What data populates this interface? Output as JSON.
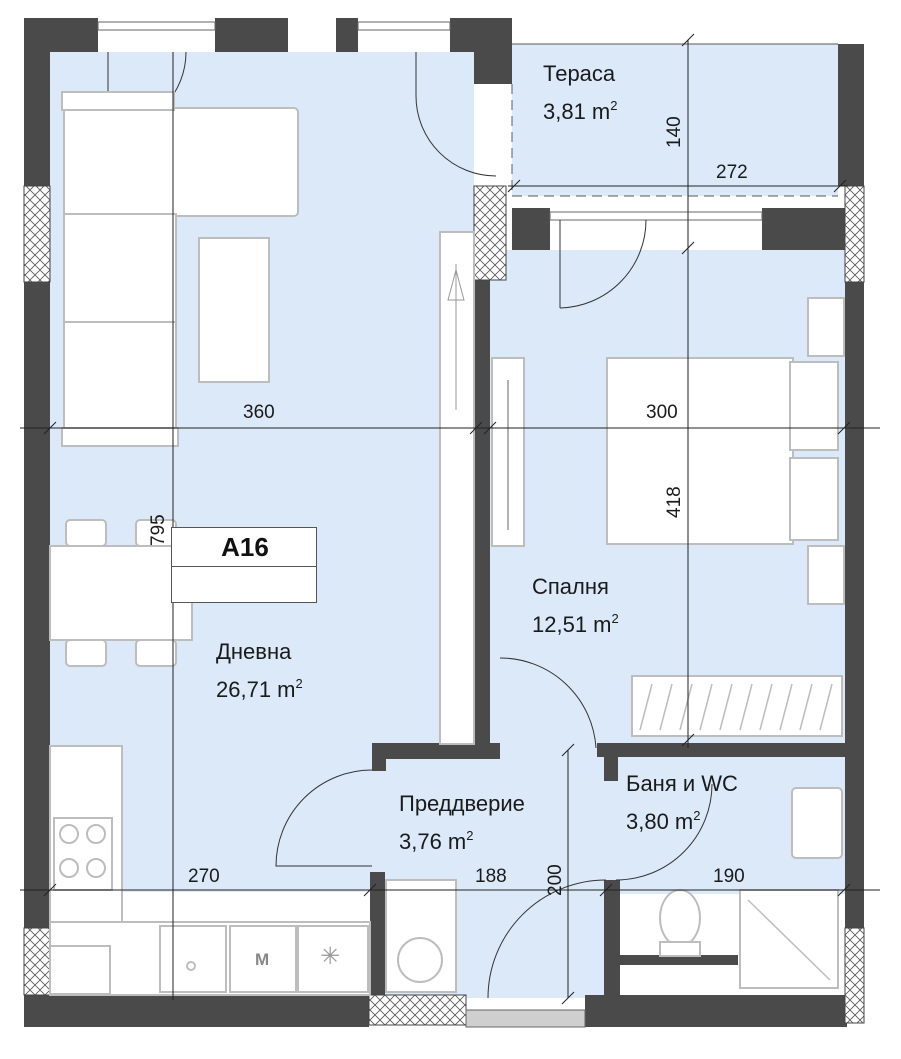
{
  "unit": {
    "id": "A16"
  },
  "rooms": [
    {
      "key": "living",
      "name": "Дневна",
      "area": "26,71 m",
      "unit_sup": "2"
    },
    {
      "key": "bedroom",
      "name": "Спалня",
      "area": "12,51 m",
      "unit_sup": "2"
    },
    {
      "key": "terrace",
      "name": "Тераса",
      "area": "3,81 m",
      "unit_sup": "2"
    },
    {
      "key": "hall",
      "name": "Преддверие",
      "area": "3,76 m",
      "unit_sup": "2"
    },
    {
      "key": "bath",
      "name": "Баня и WC",
      "area": "3,80 m",
      "unit_sup": "2"
    }
  ],
  "dimensions": {
    "living_width": "360",
    "bedroom_width": "300",
    "living_height": "795",
    "bedroom_height": "418",
    "terrace_width": "272",
    "terrace_depth": "140",
    "kitchen_width": "270",
    "hall_width": "188",
    "bath_width": "190",
    "hall_depth": "200"
  },
  "appliances": {
    "microwave_letter": "M"
  },
  "colors": {
    "floor": "#dbe9f9",
    "wall": "#4a4a4a",
    "furniture": "#bdbdbd",
    "hatch": "#555555"
  }
}
